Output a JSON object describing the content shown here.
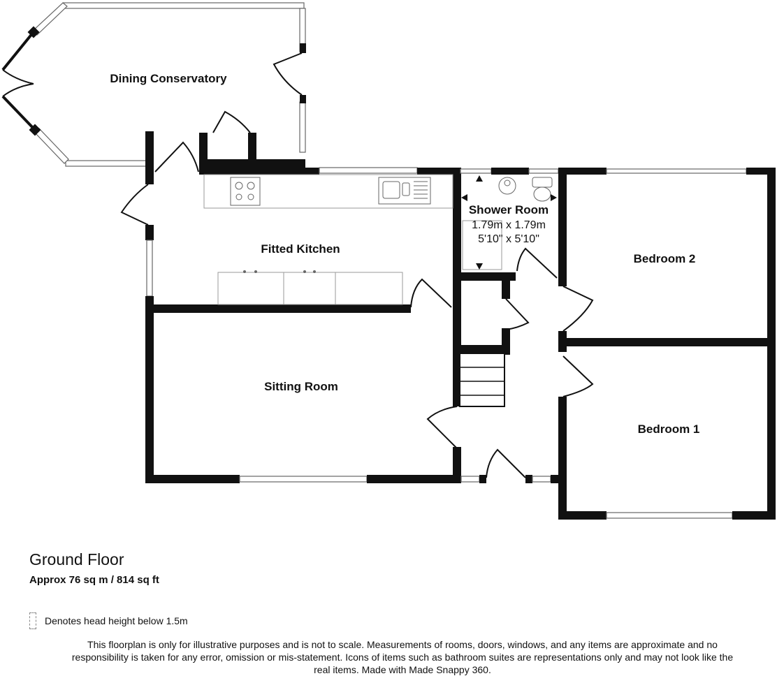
{
  "rooms": {
    "dining_conservatory": "Dining Conservatory",
    "fitted_kitchen": "Fitted Kitchen",
    "shower_room": "Shower Room",
    "shower_room_metric": "1.79m x 1.79m",
    "shower_room_imperial": "5'10\" x 5'10\"",
    "bedroom_2": "Bedroom 2",
    "sitting_room": "Sitting Room",
    "bedroom_1": "Bedroom 1"
  },
  "floor": {
    "title": "Ground Floor",
    "area": "Approx 76 sq m / 814 sq ft"
  },
  "legend": {
    "icon": "dashed-rectangle-icon",
    "text": "Denotes head height below 1.5m"
  },
  "disclaimer": "This floorplan is only for illustrative purposes and is not to scale. Measurements of rooms, doors, windows, and any items are approximate and no responsibility is taken for any error, omission or mis-statement. Icons of items such as bathroom suites are representations only and may not look like the real items. Made with Made Snappy 360.",
  "colors": {
    "wall": "#111111",
    "window": "#ffffff",
    "background": "#ffffff"
  }
}
